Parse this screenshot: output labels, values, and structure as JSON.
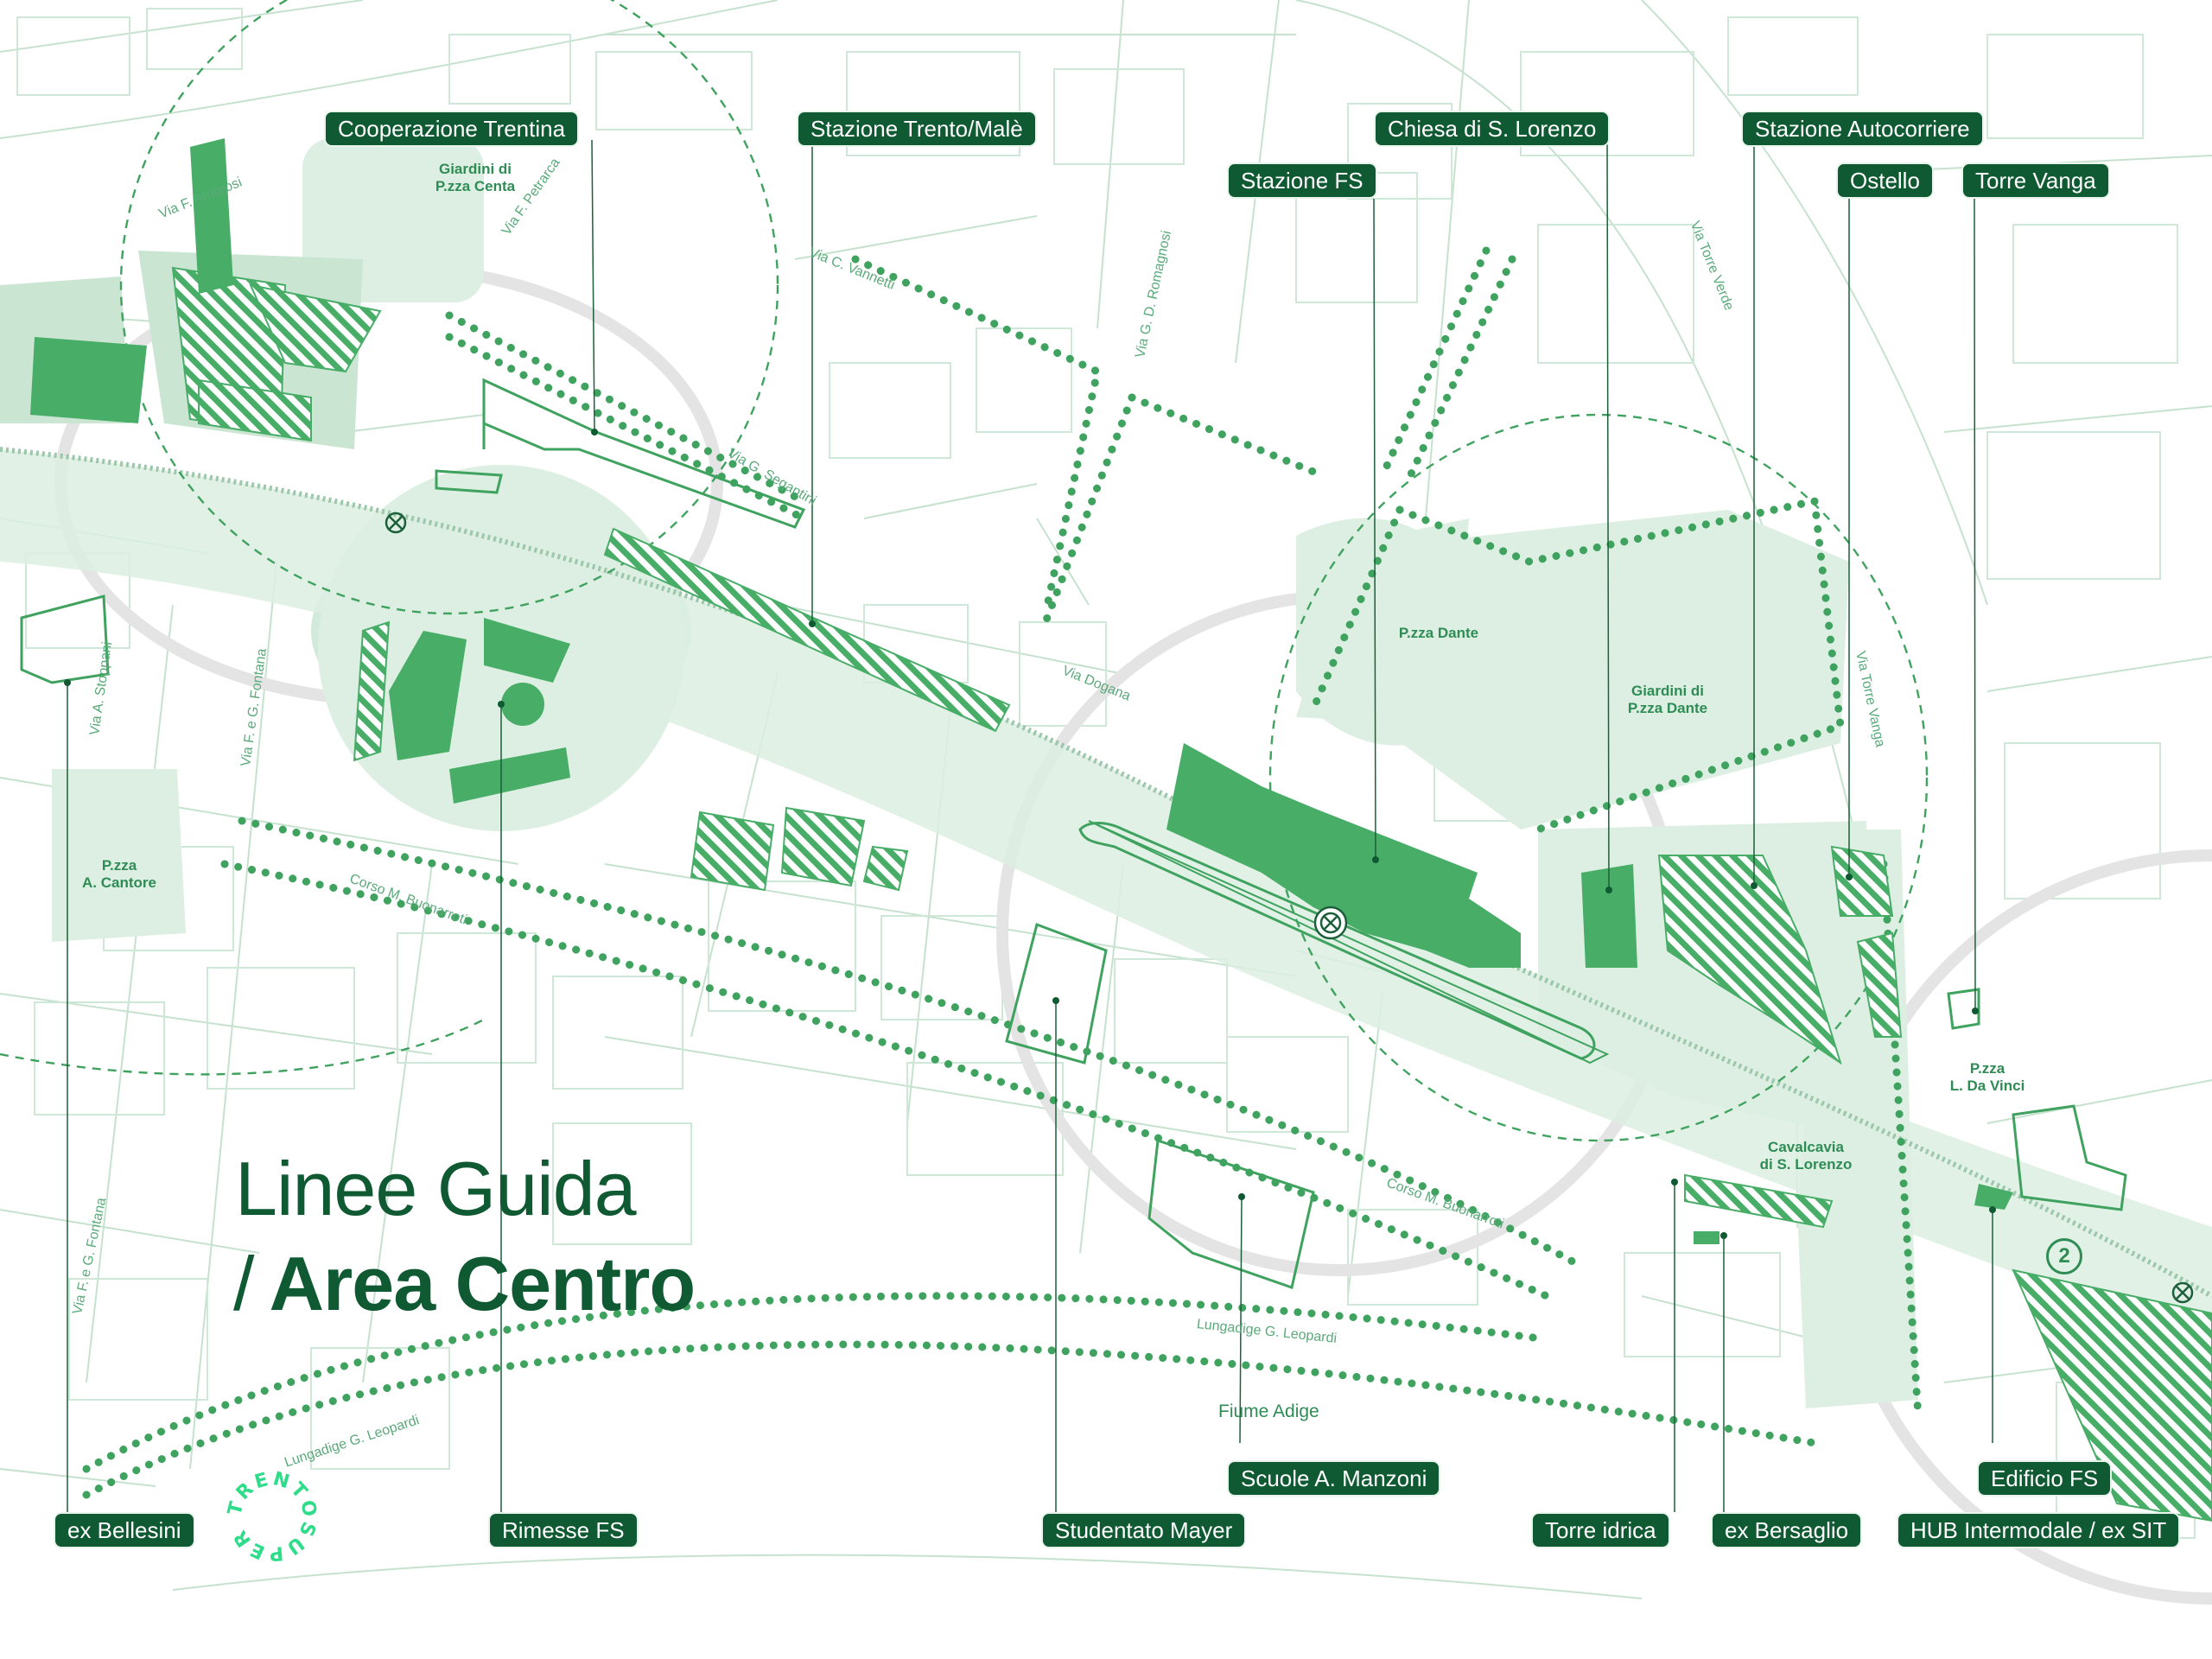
{
  "title": {
    "line1": "Linee Guida",
    "line2_slash": "/",
    "line2_bold": "Area Centro"
  },
  "logo": {
    "text": "TRENTOSUPER"
  },
  "tags_top": [
    "Cooperazione Trentina",
    "Stazione Trento/Malè",
    "Chiesa di S. Lorenzo",
    "Stazione Autocorriere",
    "Stazione FS",
    "Ostello",
    "Torre Vanga"
  ],
  "tags_bottom": [
    "ex Bellesini",
    "Rimesse FS",
    "Scuole A. Manzoni",
    "Studentato Mayer",
    "Torre idrica",
    "ex Bersaglio",
    "Edificio FS",
    "HUB Intermodale / ex SIT"
  ],
  "place_labels": [
    "Giardini di\nP.zza Centa",
    "P.zza Dante",
    "Giardini di\nP.zza Dante",
    "P.zza\nA. Cantore",
    "P.zza\nL. Da Vinci",
    "Cavalcavia\ndi S. Lorenzo"
  ],
  "streets": [
    "Via F. Ambrosi",
    "Via F. Petrarca",
    "Via C. Vannetti",
    "Via G. D. Romagnosi",
    "Via Torre Verde",
    "Via G. Segantini",
    "Via Dogana",
    "Via Torre Vanga",
    "Via A. Stoppani",
    "Via F. e G. Fontana",
    "Corso M. Buonarroti",
    "Corso M. Buonarroti",
    "Lungadige G. Leopardi",
    "Lungadige G. Leopardi",
    "Via F. e G. Fontana"
  ],
  "river": "Fiume Adige",
  "badge": "2",
  "colors": {
    "dark_green": "#0f5a32",
    "building_green": "#47ad67",
    "light_green": "#dcefe2",
    "line_green": "#b9dcc5",
    "dot_green": "#3fa35f",
    "ring_gray": "#e4e4e4"
  },
  "icons": [
    "station-symbol-icon",
    "hatch-pattern-icon"
  ]
}
